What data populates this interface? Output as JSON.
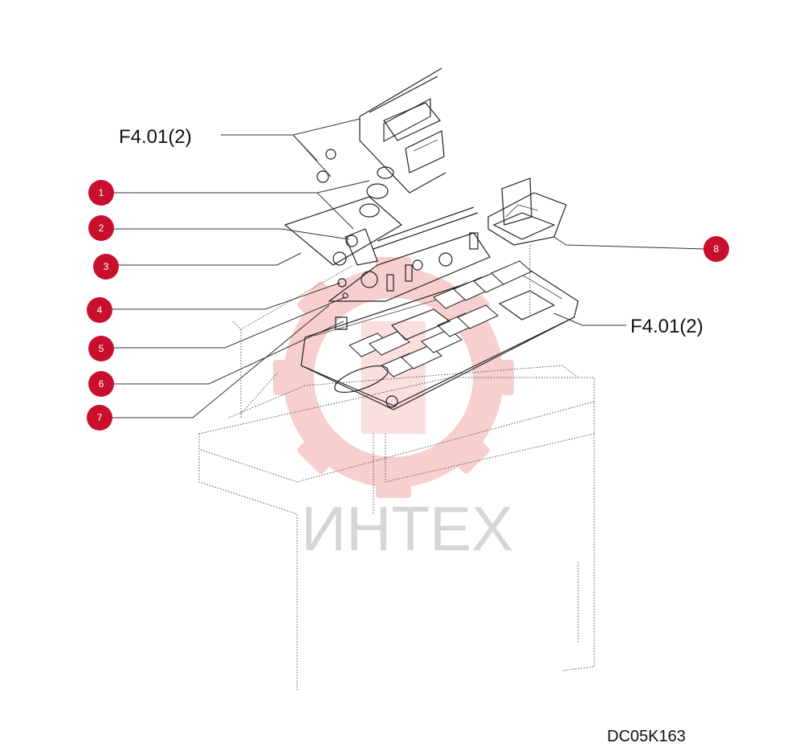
{
  "diagram": {
    "reference_labels": [
      "F4.01(2)",
      "F4.01(2)"
    ],
    "drawing_id": "DC05K163",
    "watermark": "ИНТЕХ",
    "callouts": [
      "1",
      "2",
      "3",
      "4",
      "5",
      "6",
      "7",
      "8"
    ],
    "colors": {
      "callout": "#c8102e",
      "watermark": "#f4b8b8",
      "line": "#222222"
    }
  }
}
